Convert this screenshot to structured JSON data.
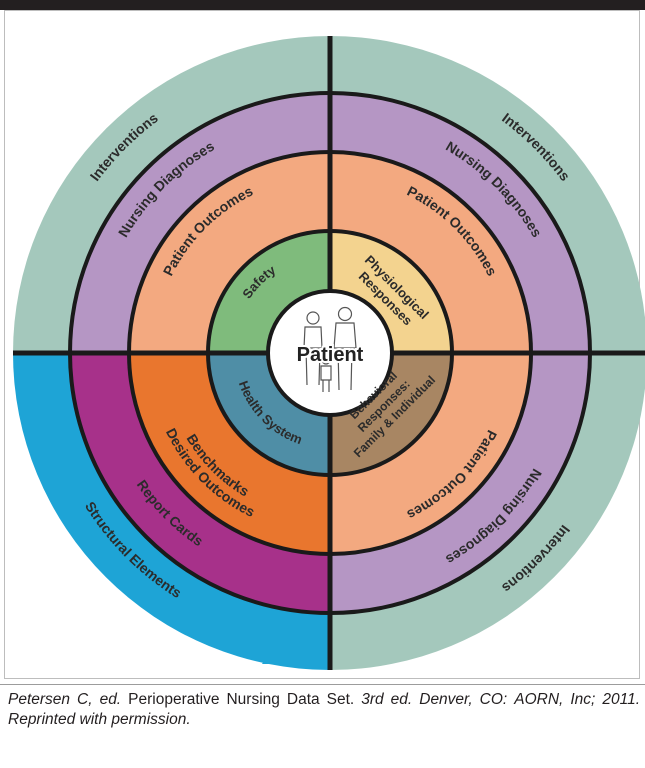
{
  "diagram": {
    "center": {
      "label": "Patient"
    },
    "quadrants": {
      "top_left": {
        "outer": "Interventions",
        "ring3": "Nursing Diagnoses",
        "ring2": "Patient Outcomes",
        "inner": "Safety"
      },
      "top_right": {
        "outer": "Interventions",
        "ring3": "Nursing Diagnoses",
        "ring2": "Patient Outcomes",
        "inner_lines": [
          "Physiological",
          "Responses"
        ]
      },
      "bottom_right": {
        "outer": "Interventions",
        "ring3": "Nursing Diagnoses",
        "ring2": "Patient Outcomes",
        "inner_lines": [
          "Behavioral",
          "Responses:",
          "Family & Individual"
        ]
      },
      "bottom_left": {
        "outer": "Structural Elements",
        "ring3": "Report Cards",
        "ring2_lines": [
          "Benchmarks",
          "Desired Outcomes"
        ],
        "inner": "Health System"
      }
    },
    "colors": {
      "interventions": "#a4c8bc",
      "nursing_diagnoses": "#b596c4",
      "patient_outcomes": "#f3a980",
      "safety": "#7fbb7c",
      "physiological": "#f3d38f",
      "behavioral": "#a88663",
      "health_system": "#4f8ea6",
      "benchmarks": "#e9762e",
      "report_cards": "#a7318a",
      "structural_elements": "#1ea4d6",
      "dividers": "#1a1a1a"
    }
  },
  "caption": {
    "author": "Petersen C, ed.",
    "title": "Perioperative Nursing Data Set.",
    "edition_place": "3rd ed. Denver, CO:",
    "publisher": "AORN, Inc; 2011. Reprinted with permission."
  }
}
